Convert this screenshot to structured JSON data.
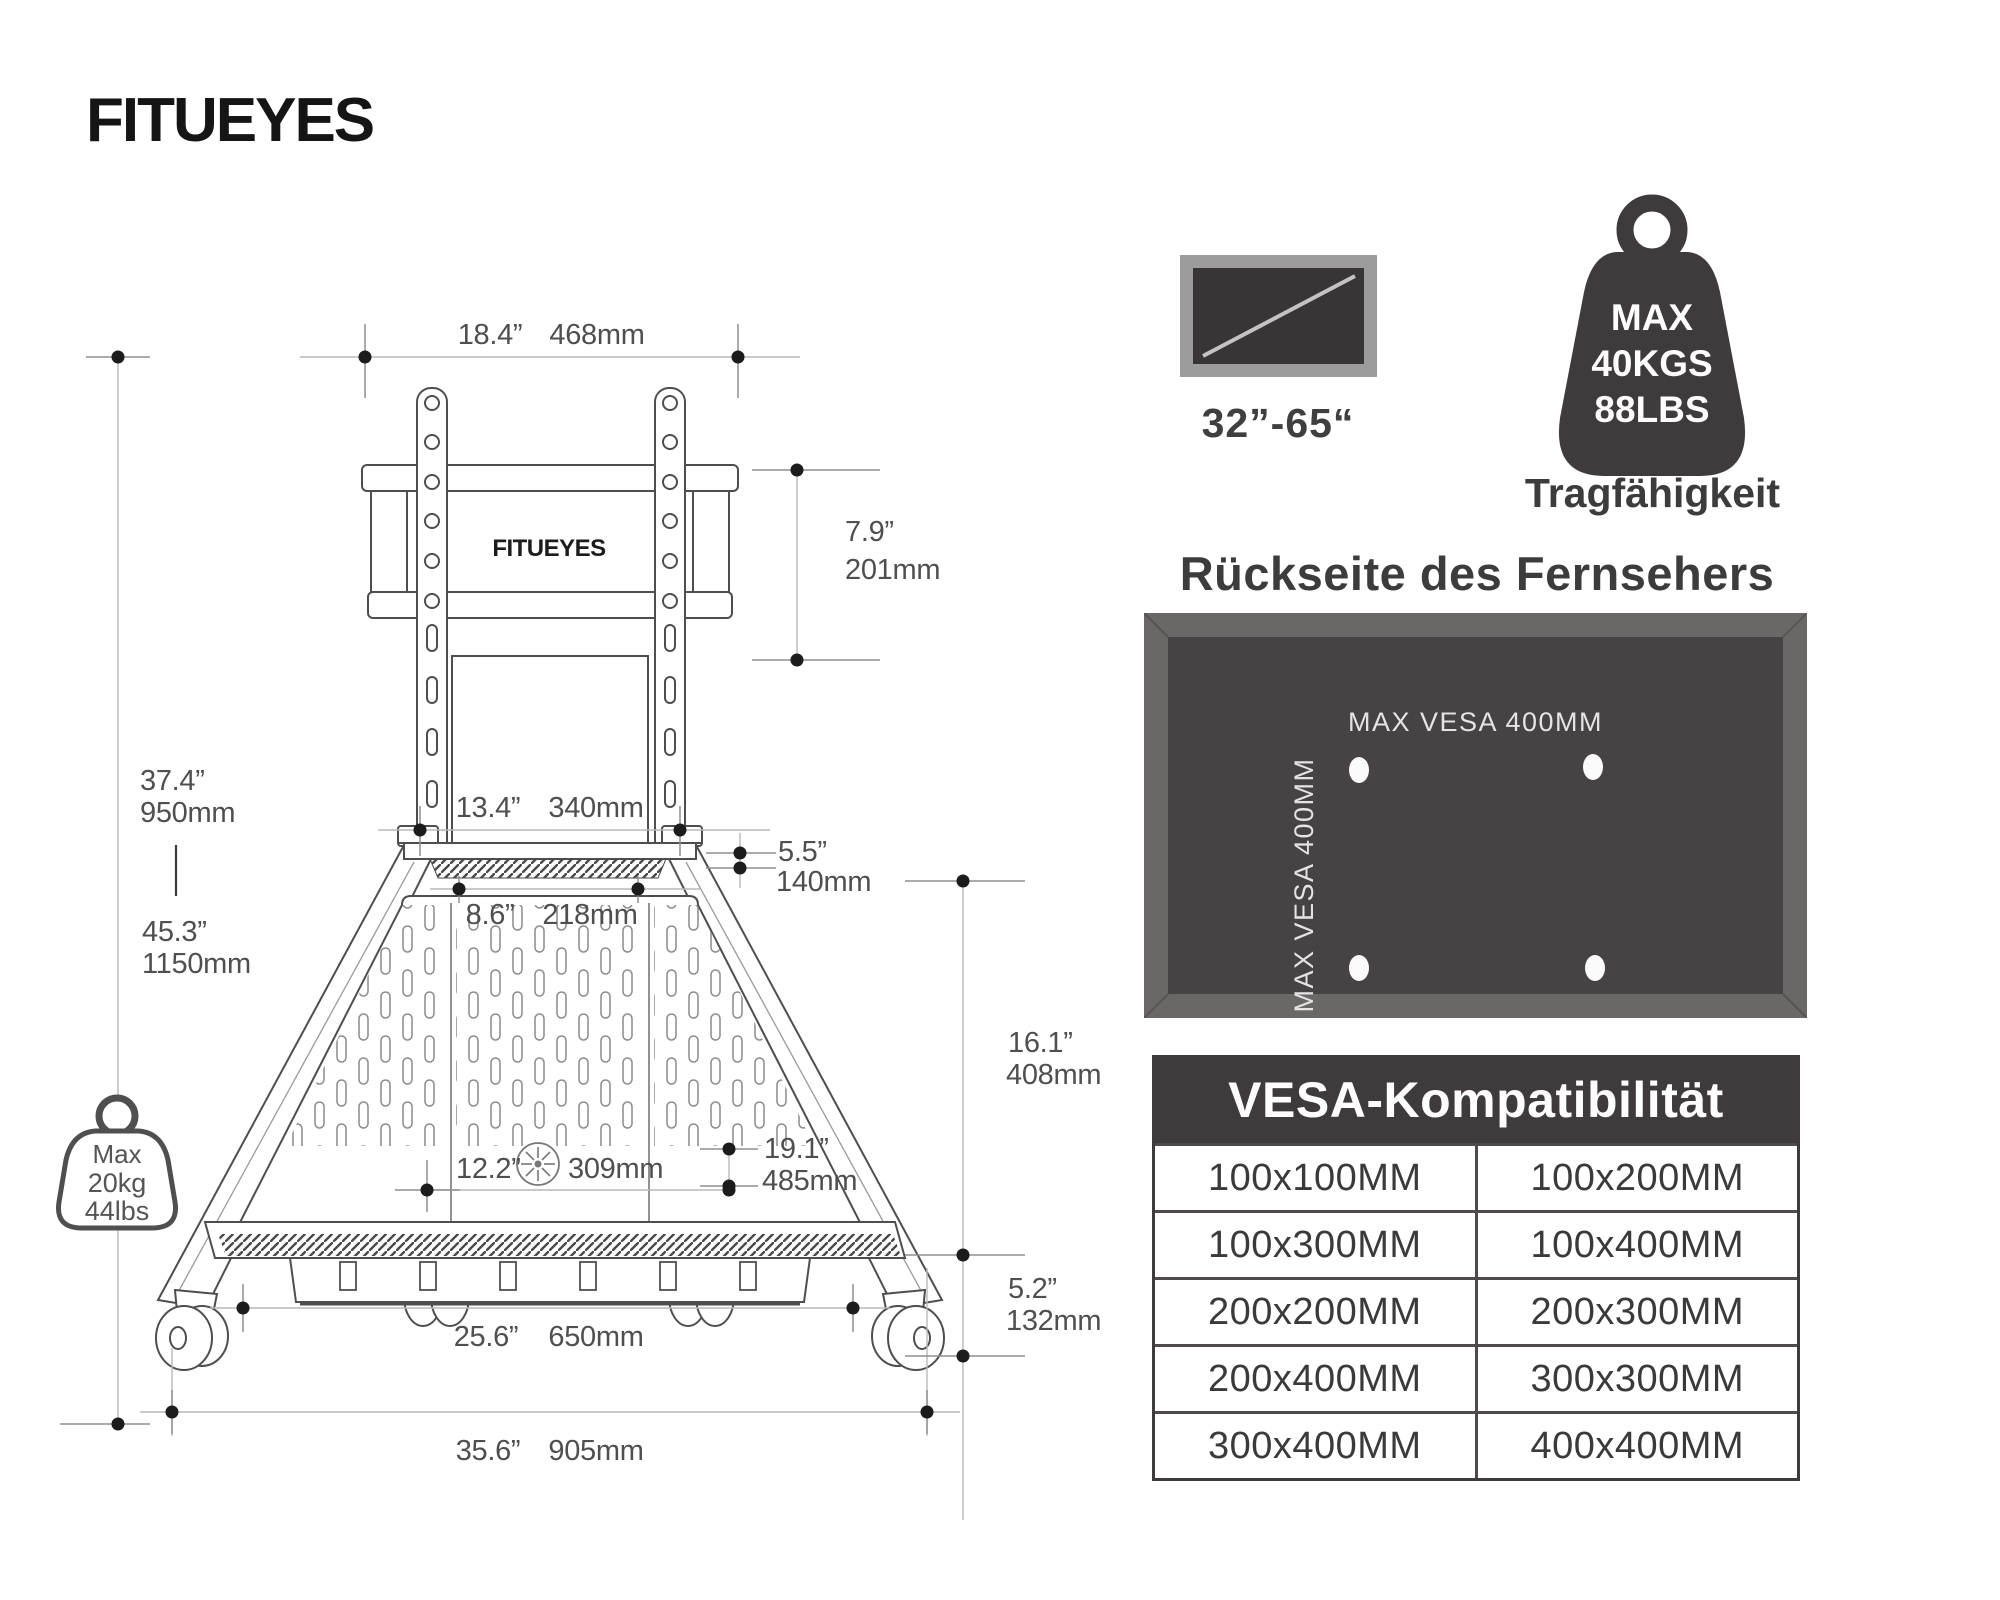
{
  "brand": {
    "fitu": "FITU",
    "eyes": "EYES"
  },
  "screen_range": {
    "caption": "32”-65“"
  },
  "capacity_badge": {
    "line1": "MAX",
    "line2": "40KGS",
    "line3": "88LBS",
    "caption": "Tragfähigkeit"
  },
  "stand_load_badge": {
    "line1": "Max",
    "line2": "20kg",
    "line3": "44lbs"
  },
  "back_panel": {
    "title": "Rückseite des Fernsehers",
    "vesa_horizontal": "MAX VESA 400MM",
    "vesa_vertical": "MAX VESA 400MM"
  },
  "dimensions": {
    "top_bracket_width": {
      "inch": "18.4”",
      "mm": "468mm"
    },
    "bracket_height": {
      "inch": "7.9”",
      "mm": "201mm"
    },
    "mount_height": {
      "inch": "37.4”",
      "mm": "950mm"
    },
    "total_height": {
      "inch": "45.3”",
      "mm": "1150mm"
    },
    "shelf_width": {
      "inch": "13.4”",
      "mm": "340mm"
    },
    "shelf_inner_width": {
      "inch": "8.6”",
      "mm": "218mm"
    },
    "shelf_depth": {
      "inch": "5.5”",
      "mm": "140mm"
    },
    "cable_hole_width": {
      "inch": "12.2”",
      "mm": "309mm"
    },
    "base_depth": {
      "inch": "19.1”",
      "mm": "485mm"
    },
    "panel_height": {
      "inch": "16.1”",
      "mm": "408mm"
    },
    "base_height": {
      "inch": "5.2”",
      "mm": "132mm"
    },
    "wheelbase_width": {
      "inch": "25.6”",
      "mm": "650mm"
    },
    "total_width": {
      "inch": "35.6”",
      "mm": "905mm"
    }
  },
  "vesa_table": {
    "title": "VESA-Kompatibilität",
    "rows": [
      [
        "100x100MM",
        "100x200MM"
      ],
      [
        "100x300MM",
        "100x400MM"
      ],
      [
        "200x200MM",
        "200x300MM"
      ],
      [
        "200x400MM",
        "300x300MM"
      ],
      [
        "300x400MM",
        "400x400MM"
      ]
    ]
  },
  "colors": {
    "dark_badge": "#3f3b3c",
    "panel_outer": "#6b6767",
    "panel_inner": "#474243",
    "tv_frame": "#9c9c9c",
    "tv_screen": "#393435",
    "dim_text": "#4f4f4f",
    "line": "#4e4e4e"
  }
}
